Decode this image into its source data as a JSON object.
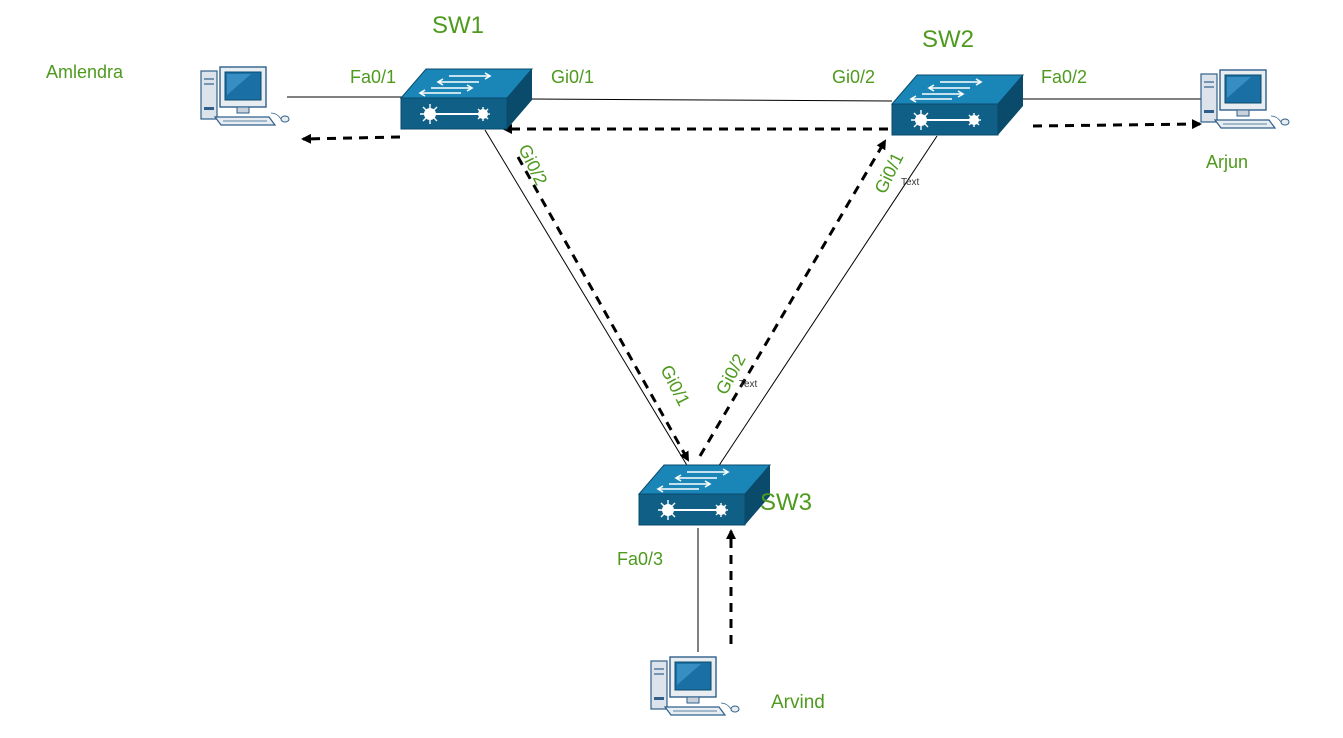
{
  "colors": {
    "label": "#4e9a1e",
    "switch_face": "#0f5f86",
    "switch_top": "#1a86b8",
    "switch_side": "#0a4b6c",
    "link": "#000000"
  },
  "switches": {
    "sw1": {
      "name": "SW1"
    },
    "sw2": {
      "name": "SW2"
    },
    "sw3": {
      "name": "SW3"
    }
  },
  "hosts": {
    "amlendra": {
      "name": "Amlendra"
    },
    "arjun": {
      "name": "Arjun"
    },
    "arvind": {
      "name": "Arvind"
    }
  },
  "ports": {
    "sw1_fa0_1": "Fa0/1",
    "sw1_gi0_1": "Gi0/1",
    "sw1_gi0_2": "Gi0/2",
    "sw2_gi0_2": "Gi0/2",
    "sw2_fa0_2": "Fa0/2",
    "sw2_gi0_1": "Gi0/1",
    "sw3_gi0_1": "Gi0/1",
    "sw3_gi0_2": "Gi0/2",
    "sw3_fa0_3": "Fa0/3"
  },
  "annotations": {
    "text_a": "Text",
    "text_b": "Text"
  },
  "icons": {
    "switch": "network-switch-icon",
    "host": "desktop-computer-icon"
  }
}
